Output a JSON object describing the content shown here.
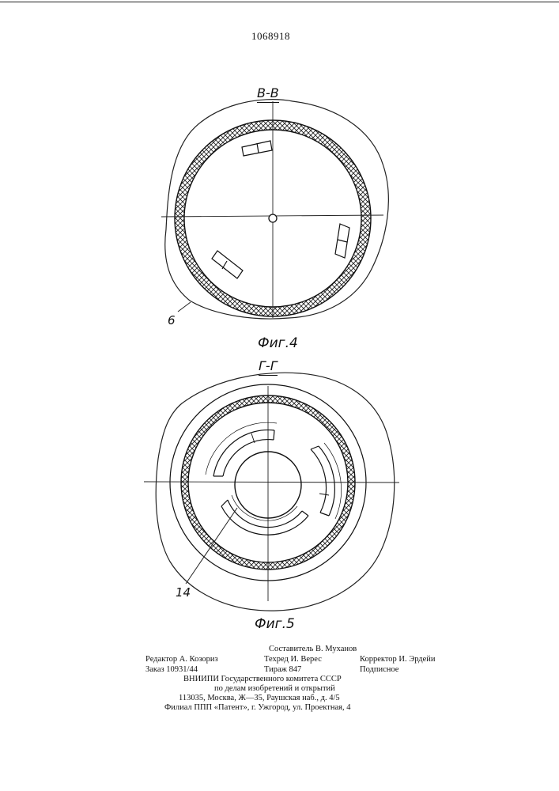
{
  "header": {
    "patent_number": "1068918"
  },
  "figure4": {
    "section_label": "В-В",
    "caption": "Фиг.4",
    "ref_label": "6"
  },
  "figure5": {
    "section_label": "Г-Г",
    "caption": "Фиг.5",
    "ref_label": "14"
  },
  "imprint": {
    "composer": "Составитель В. Муханов",
    "editor": "Редактор А. Козориз",
    "techred": "Техред И. Верес",
    "corrector": "Корректор И. Эрдейи",
    "order": "Заказ 10931/44",
    "circulation": "Тираж 847",
    "subscription": "Подписное",
    "org1": "ВНИИПИ Государственного комитета СССР",
    "org2": "по делам изобретений и открытий",
    "address": "113035, Москва, Ж—35, Раушская наб., д. 4/5",
    "branch": "Филиал ППП «Патент», г. Ужгород, ул. Проектная, 4"
  }
}
